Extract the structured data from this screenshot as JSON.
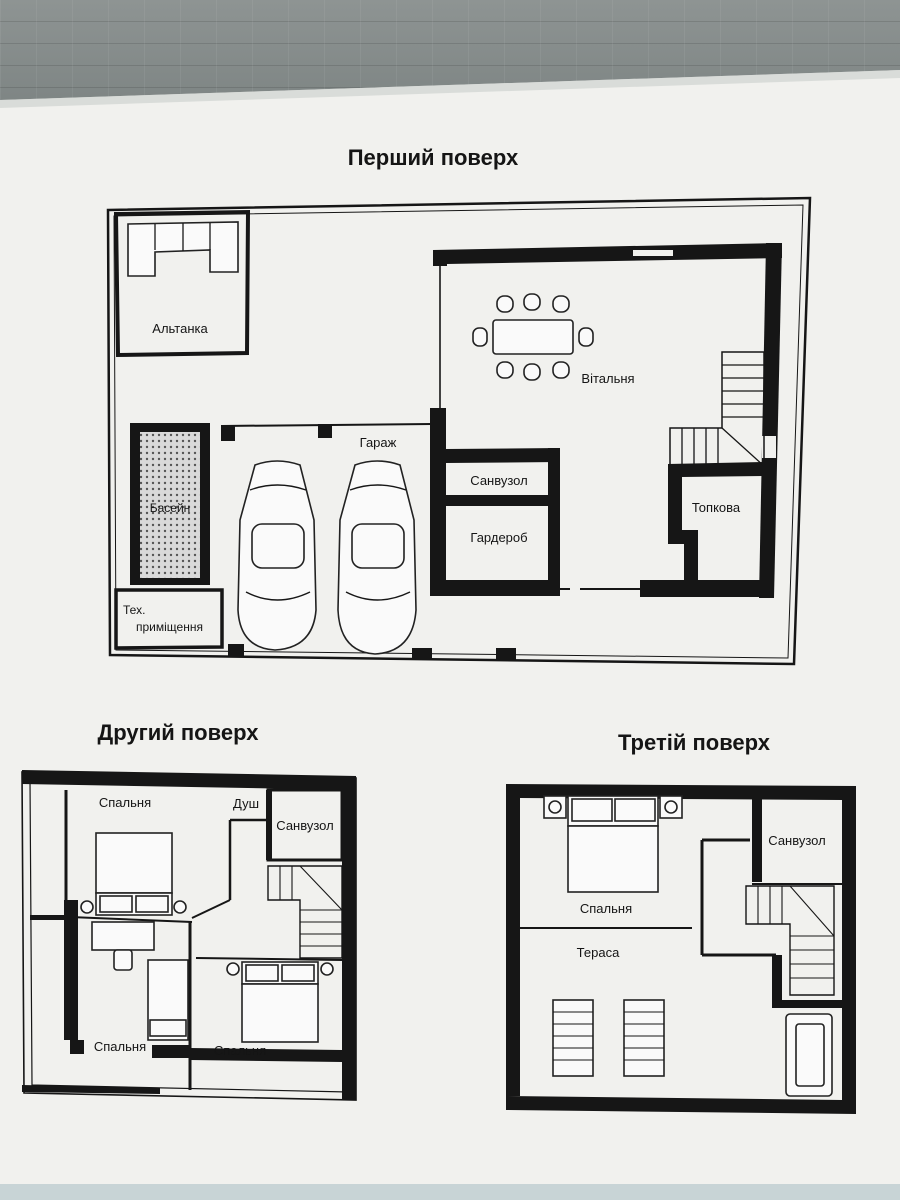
{
  "floors": {
    "first": {
      "title": "Перший поверх",
      "rooms": {
        "gazebo": "Альтанка",
        "living": "Вітальня",
        "garage": "Гараж",
        "bathroom": "Санвузол",
        "wardrobe": "Гардероб",
        "boiler": "Топкова",
        "pool": "Басейн",
        "tech_line1": "Тех.",
        "tech_line2": "приміщення"
      }
    },
    "second": {
      "title": "Другий поверх",
      "rooms": {
        "bedroom_top": "Спальня",
        "shower": "Душ",
        "bathroom": "Санвузол",
        "bedroom_left": "Спальня",
        "bedroom_right": "Спальня"
      }
    },
    "third": {
      "title": "Третій поверх",
      "rooms": {
        "bathroom": "Санвузол",
        "bedroom": "Спальня",
        "terrace": "Тераса"
      }
    }
  }
}
